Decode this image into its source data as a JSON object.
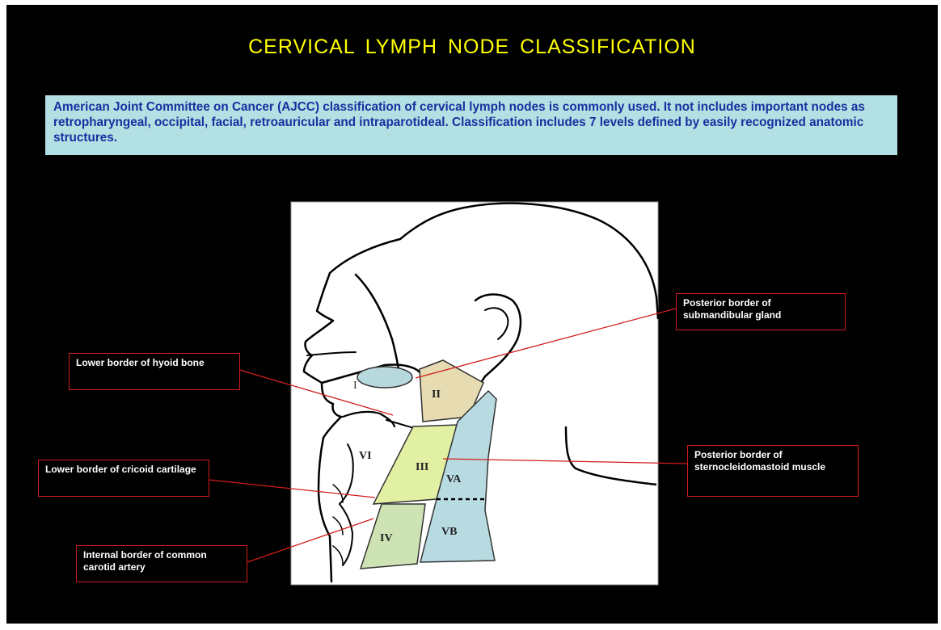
{
  "title": "CERVICAL LYMPH NODE CLASSIFICATION",
  "intro_text": "American Joint Committee on Cancer (AJCC) classification of cervical lymph nodes is commonly used. It not includes important nodes as retropharyngeal, occipital, facial, retroauricular and intraparotideal. Classification includes 7 levels defined by easily recognized anatomic structures.",
  "levels": {
    "I": "I",
    "II": "II",
    "III": "III",
    "IV": "IV",
    "VA": "VA",
    "VB": "VB",
    "VI": "VI"
  },
  "callouts": {
    "submandibular": "Posterior border of submandibular gland",
    "hyoid": "Lower border of hyoid bone",
    "cricoid": "Lower border of cricoid cartilage",
    "sternocleidomastoid": "Posterior border of sternocleidomastoid muscle",
    "carotid": "Internal border of common carotid artery"
  },
  "colors": {
    "background": "#000000",
    "title": "#ffff00",
    "intro_box": "#b3e0e2",
    "intro_text": "#1a2fa0",
    "callout_border": "#d21c1c",
    "level_I": "#b7d8dc",
    "level_II": "#e6dbb1",
    "level_III": "#e1f0a3",
    "level_IV": "#cde3b3",
    "level_V": "#b8dbe2"
  }
}
